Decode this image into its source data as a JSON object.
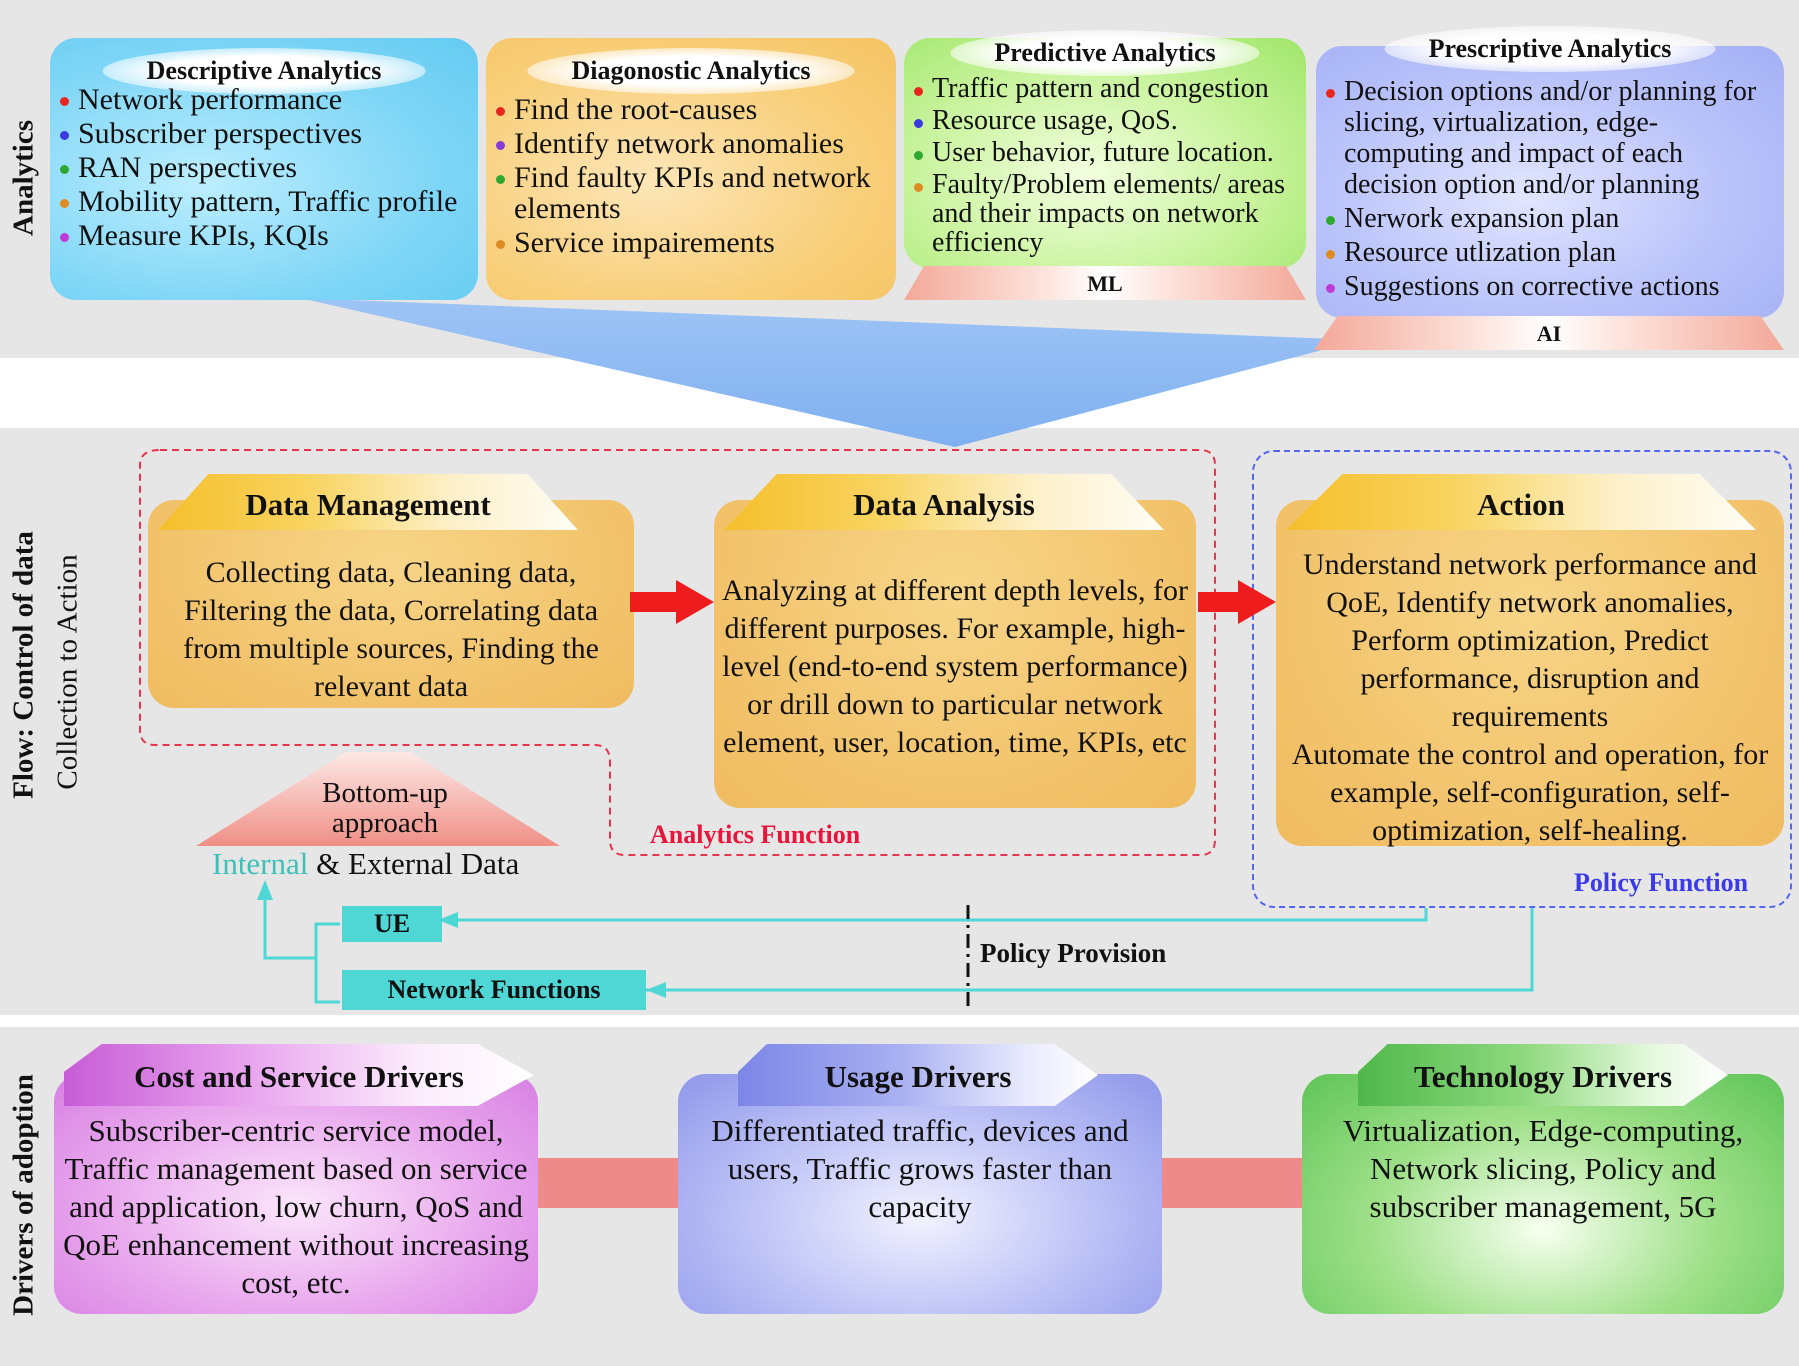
{
  "sections": {
    "analytics": "Analytics",
    "flow_title": "Flow: Control of data",
    "flow_subtitle": "Collection to Action",
    "drivers": "Drivers of adoption"
  },
  "analytics": {
    "descriptive": {
      "title": "Descriptive Analytics",
      "items": [
        "Network performance",
        "Subscriber perspectives",
        "RAN perspectives",
        "Mobility pattern, Traffic profile",
        "Measure KPIs, KQIs"
      ],
      "bullet_colors": [
        "#e8261d",
        "#3a3ae0",
        "#2ea82e",
        "#e08a22",
        "#c03ad8"
      ]
    },
    "diagnostic": {
      "title": "Diagonostic Analytics",
      "items": [
        "Find the root-causes",
        "Identify network anomalies",
        "Find faulty KPIs and network elements",
        "Service impairements"
      ],
      "bullet_colors": [
        "#e8261d",
        "#8a3ad8",
        "#2ea82e",
        "#e08a22"
      ]
    },
    "predictive": {
      "title": "Predictive Analytics",
      "items": [
        "Traffic pattern and congestion",
        "Resource usage, QoS.",
        "User behavior, future location.",
        "Faulty/Problem elements/ areas and their impacts on network efficiency"
      ],
      "bullet_colors": [
        "#e8261d",
        "#3a3ae0",
        "#2ea82e",
        "#e08a22"
      ],
      "tag": "ML"
    },
    "prescriptive": {
      "title": "Prescriptive Analytics",
      "items": [
        "Decision options and/or planning for slicing, virtualization, edge-computing and impact of each decision option and/or planning",
        "Nerwork expansion plan",
        "Resource utlization plan",
        "Suggestions on corrective actions"
      ],
      "bullet_colors": [
        "#e8261d",
        "#2ea82e",
        "#e08a22",
        "#c03ad8"
      ],
      "tag": "AI"
    }
  },
  "flow": {
    "data_management": {
      "title": "Data Management",
      "text": "Collecting data, Cleaning data, Filtering the data, Correlating data from multiple sources, Finding the relevant data"
    },
    "data_analysis": {
      "title": "Data Analysis",
      "text": "Analyzing at different depth levels, for different purposes. For example, high-level (end-to-end system performance) or drill down to particular network element, user, location, time, KPIs, etc"
    },
    "action": {
      "title": "Action",
      "text": "Understand network performance and QoE, Identify network anomalies, Perform optimization, Predict performance, disruption and requirements\nAutomate the control and operation, for example, self-configuration, self-optimization, self-healing."
    },
    "bottom_up": "Bottom-up approach",
    "internal": "Internal",
    "external": "& External Data",
    "analytics_function": "Analytics Function",
    "policy_function": "Policy Function",
    "ue": "UE",
    "network_functions": "Network Functions",
    "policy_provision": "Policy Provision"
  },
  "drivers": {
    "cost": {
      "title": "Cost and Service Drivers",
      "text": "Subscriber-centric service model, Traffic management based on service and application, low churn, QoS and QoE enhancement without increasing cost, etc."
    },
    "usage": {
      "title": "Usage Drivers",
      "text": "Differentiated traffic, devices and users, Traffic grows faster than capacity"
    },
    "technology": {
      "title": "Technology Drivers",
      "text": "Virtualization, Edge-computing, Network slicing, Policy and subscriber management, 5G"
    }
  },
  "colors": {
    "band": "#e6e6e6",
    "arrow_red": "#ee1c1c",
    "teal_line": "#4fd7d5",
    "analytics_red": "#e8143c",
    "policy_blue": "#3a3ae8"
  }
}
